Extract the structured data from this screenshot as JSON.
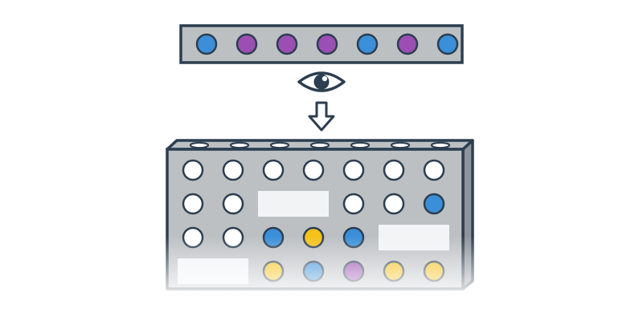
{
  "colors": {
    "outline": "#2c3e50",
    "panel": "#bcc0c3",
    "white": "#ffffff",
    "blue": "#3a8fd8",
    "purple": "#9b4fb3",
    "yellow": "#f5c11a",
    "blank": "#f1f3f5"
  },
  "code_row": {
    "pegs": [
      "blue",
      "purple",
      "purple",
      "purple",
      "blue",
      "purple",
      "blue"
    ]
  },
  "observer": {
    "icon": "eye-icon"
  },
  "arrow": {
    "icon": "arrow-down-icon"
  },
  "board": {
    "rows": [
      [
        "white",
        "white",
        "white",
        "white",
        "white",
        "white",
        "white"
      ],
      [
        "white",
        "white",
        "blank",
        "blank",
        "white",
        "white",
        "blue"
      ],
      [
        "white",
        "white",
        "blue",
        "yellow",
        "blue",
        "blank",
        "blank"
      ],
      [
        "blank",
        "blank",
        "yellow",
        "blue",
        "purple",
        "yellow",
        "yellow"
      ]
    ],
    "fade_last_row": true
  }
}
